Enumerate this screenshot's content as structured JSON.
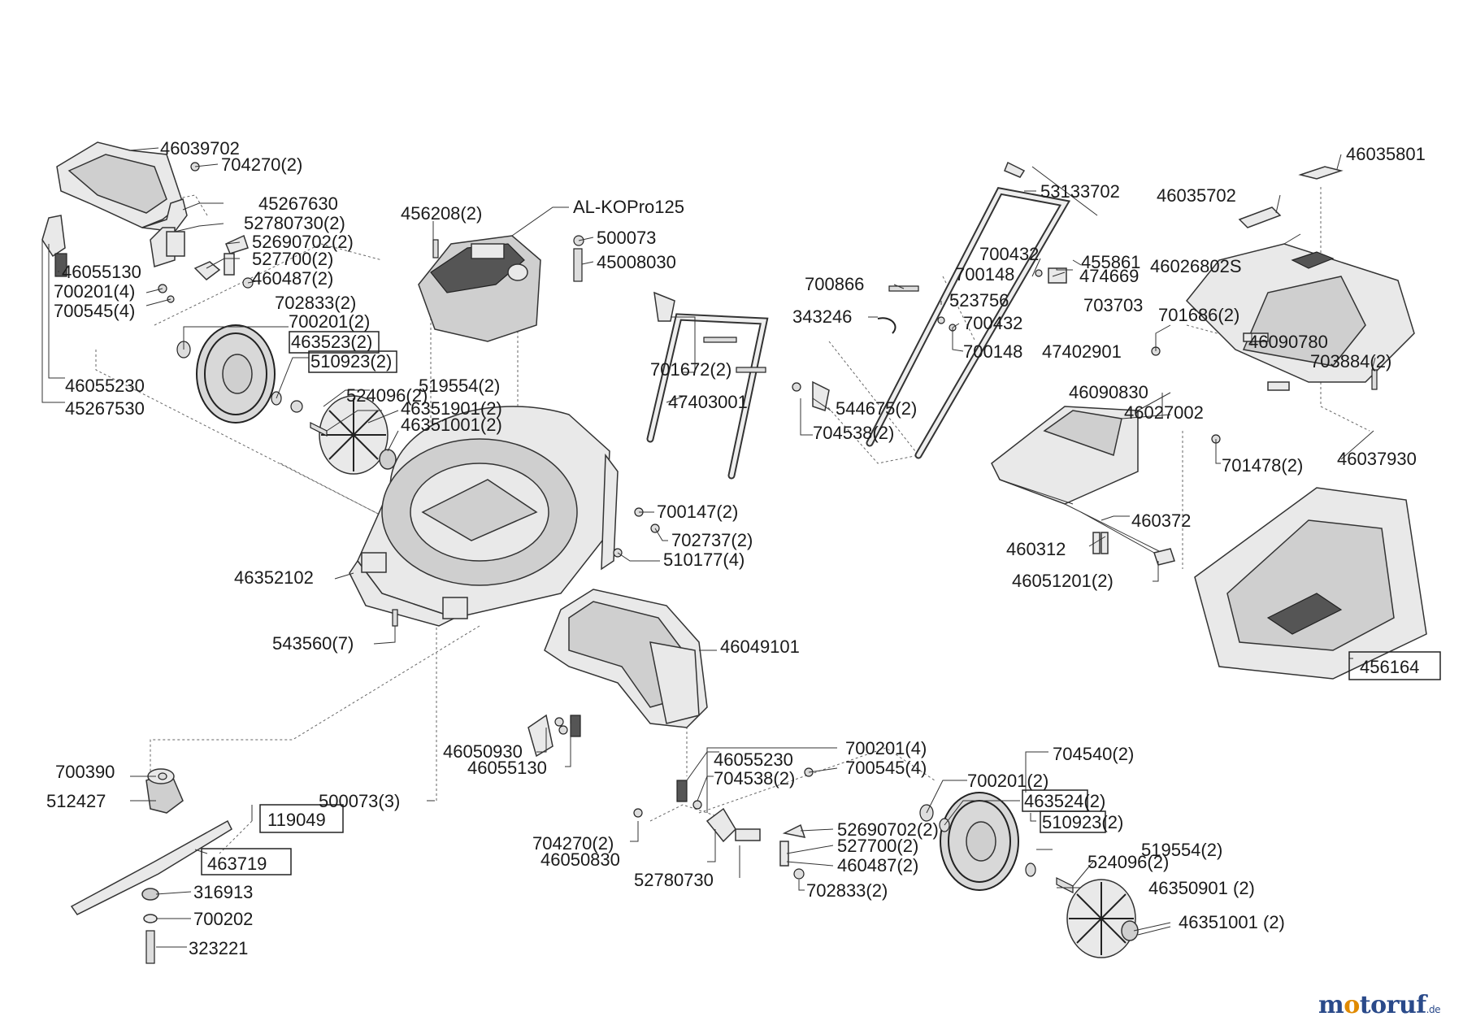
{
  "brand": {
    "name_pre": "m",
    "name_o": "o",
    "name_mid": "toruf",
    "tld": ".de",
    "colors": {
      "primary": "#2a4a8a",
      "accent": "#e08a00"
    }
  },
  "labels": [
    {
      "id": "l1",
      "text": "46039702"
    },
    {
      "id": "l2",
      "text": "704270(2)"
    },
    {
      "id": "l3",
      "text": "45267630"
    },
    {
      "id": "l4",
      "text": "52780730(2)"
    },
    {
      "id": "l5",
      "text": "52690702(2)"
    },
    {
      "id": "l6",
      "text": "527700(2)"
    },
    {
      "id": "l7",
      "text": "46055130"
    },
    {
      "id": "l8",
      "text": "460487(2)"
    },
    {
      "id": "l9",
      "text": "700201(4)"
    },
    {
      "id": "l10",
      "text": "702833(2)"
    },
    {
      "id": "l11",
      "text": "700545(4)"
    },
    {
      "id": "l12",
      "text": "700201(2)"
    },
    {
      "id": "l13",
      "text": "463523(2)"
    },
    {
      "id": "l14",
      "text": "510923(2)"
    },
    {
      "id": "l15",
      "text": "46055230"
    },
    {
      "id": "l16",
      "text": "45267530"
    },
    {
      "id": "l17",
      "text": "456208(2)"
    },
    {
      "id": "l18",
      "text": "AL-KOPro125"
    },
    {
      "id": "l19",
      "text": "500073"
    },
    {
      "id": "l20",
      "text": "45008030"
    },
    {
      "id": "l21",
      "text": "519554(2)"
    },
    {
      "id": "l22",
      "text": "524096(2)"
    },
    {
      "id": "l23",
      "text": "46351901(2)"
    },
    {
      "id": "l24",
      "text": "46351001(2)"
    },
    {
      "id": "l25",
      "text": "701672(2)"
    },
    {
      "id": "l26",
      "text": "47403001"
    },
    {
      "id": "l27",
      "text": "544675(2)"
    },
    {
      "id": "l28",
      "text": "704538(2)"
    },
    {
      "id": "l29",
      "text": "700147(2)"
    },
    {
      "id": "l30",
      "text": "702737(2)"
    },
    {
      "id": "l31",
      "text": "510177(4)"
    },
    {
      "id": "l32",
      "text": "46352102"
    },
    {
      "id": "l33",
      "text": "543560(7)"
    },
    {
      "id": "l34",
      "text": "46049101"
    },
    {
      "id": "l35",
      "text": "53133702"
    },
    {
      "id": "l36",
      "text": "700432"
    },
    {
      "id": "l37",
      "text": "455861"
    },
    {
      "id": "l38",
      "text": "700148"
    },
    {
      "id": "l39",
      "text": "474669"
    },
    {
      "id": "l40",
      "text": "700866"
    },
    {
      "id": "l41",
      "text": "523756"
    },
    {
      "id": "l42",
      "text": "343246"
    },
    {
      "id": "l43",
      "text": "700432"
    },
    {
      "id": "l44",
      "text": "700148"
    },
    {
      "id": "l45",
      "text": "47402901"
    },
    {
      "id": "l46",
      "text": "703703"
    },
    {
      "id": "l47",
      "text": "46035801"
    },
    {
      "id": "l48",
      "text": "46035702"
    },
    {
      "id": "l49",
      "text": "46026802S"
    },
    {
      "id": "l50",
      "text": "701686(2)"
    },
    {
      "id": "l51",
      "text": "46090780"
    },
    {
      "id": "l52",
      "text": "703884(2)"
    },
    {
      "id": "l53",
      "text": "46090830"
    },
    {
      "id": "l54",
      "text": "46027002"
    },
    {
      "id": "l55",
      "text": "701478(2)"
    },
    {
      "id": "l56",
      "text": "46037930"
    },
    {
      "id": "l57",
      "text": "460372"
    },
    {
      "id": "l58",
      "text": "460312"
    },
    {
      "id": "l59",
      "text": "46051201(2)"
    },
    {
      "id": "l60",
      "text": "456164"
    },
    {
      "id": "l61",
      "text": "700390"
    },
    {
      "id": "l62",
      "text": "512427"
    },
    {
      "id": "l63",
      "text": "500073(3)"
    },
    {
      "id": "l64",
      "text": "119049"
    },
    {
      "id": "l65",
      "text": "463719"
    },
    {
      "id": "l66",
      "text": "316913"
    },
    {
      "id": "l67",
      "text": "700202"
    },
    {
      "id": "l68",
      "text": "323221"
    },
    {
      "id": "l69",
      "text": "46050930"
    },
    {
      "id": "l70",
      "text": "46055130"
    },
    {
      "id": "l71",
      "text": "46055230"
    },
    {
      "id": "l72",
      "text": "704538(2)"
    },
    {
      "id": "l73",
      "text": "700201(4)"
    },
    {
      "id": "l74",
      "text": "700545(4)"
    },
    {
      "id": "l75",
      "text": "704540(2)"
    },
    {
      "id": "l76",
      "text": "700201(2)"
    },
    {
      "id": "l77",
      "text": "463524(2)"
    },
    {
      "id": "l78",
      "text": "510923(2)"
    },
    {
      "id": "l79",
      "text": "704270(2)"
    },
    {
      "id": "l80",
      "text": "52690702(2)"
    },
    {
      "id": "l81",
      "text": "46050830"
    },
    {
      "id": "l82",
      "text": "527700(2)"
    },
    {
      "id": "l83",
      "text": "52780730"
    },
    {
      "id": "l84",
      "text": "460487(2)"
    },
    {
      "id": "l85",
      "text": "702833(2)"
    },
    {
      "id": "l86",
      "text": "519554(2)"
    },
    {
      "id": "l87",
      "text": "524096(2)"
    },
    {
      "id": "l88",
      "text": "46350901 (2)"
    },
    {
      "id": "l89",
      "text": "46351001 (2)"
    }
  ]
}
